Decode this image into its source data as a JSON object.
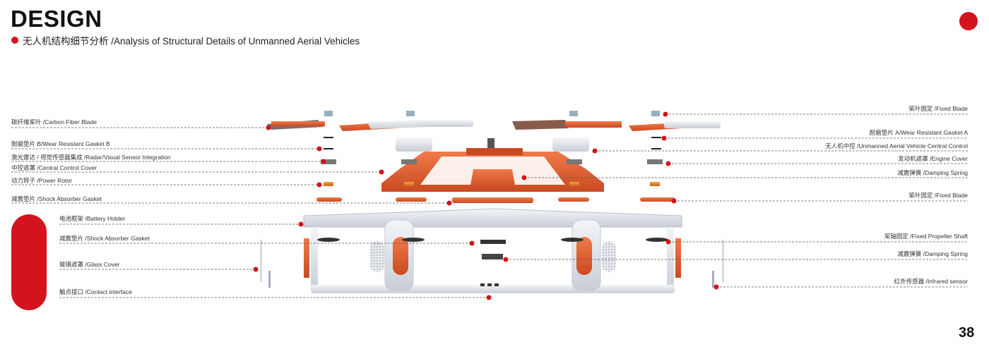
{
  "header": {
    "title": "DESIGN",
    "subtitle": "无人机结构细节分析 /Analysis of Structural Details of Unmanned Aerial Vehicles"
  },
  "page_number": "38",
  "colors": {
    "accent": "#d4141c",
    "orange": "#e8643a",
    "silver": "#dfe3ea"
  },
  "labels_left": [
    "碳纤维桨叶 /Carbon Fiber Blade",
    "耐磨垫片 B/Wear Resistant Gasket B",
    "激光雷达 / 视觉传感器集成 /Radar/Visual Sensor Integration",
    "中控遮罩 /Central Control Cover",
    "动力转子 /Power Rotor",
    "减震垫片 /Shock Absorber Gasket",
    "电池框架 /Battery Holder",
    "减震垫片 /Shock Absorber Gasket",
    "玻璃遮罩 /Glass Cover",
    "触点接口 /Contact interface"
  ],
  "labels_right": [
    "桨叶固定 /Fixed Blade",
    "耐磨垫片 A/Wear Resistant Gasket A",
    "无人机中控 /Unmanned Aerial Vehicle Central Control",
    "发动机遮罩 /Engine Cover",
    "减震弹簧 /Damping Spring",
    "桨叶固定 /Fixed Blade",
    "桨轴固定 /Fixed Propeller Shaft",
    "减震弹簧 /Damping Spring",
    "红外传感器 /Infrared sensor"
  ]
}
